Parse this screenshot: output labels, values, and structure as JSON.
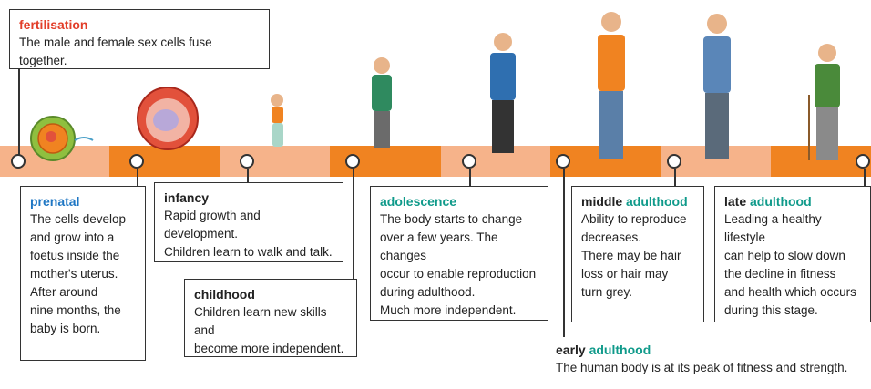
{
  "colors": {
    "band_dark": "#f08321",
    "band_light": "#f6b38a",
    "accent_red": "#e23d28",
    "accent_blue": "#1f77c4",
    "accent_green": "#0f9a8a"
  },
  "stages": {
    "fertilisation": {
      "title": "fertilisation",
      "text": "The male and female sex cells fuse together."
    },
    "prenatal": {
      "title": "prenatal",
      "lines": [
        "The cells develop",
        "and grow into a",
        "foetus inside the",
        "mother's uterus.",
        "After around",
        "nine months, the",
        "baby is born."
      ]
    },
    "infancy": {
      "title": "infancy",
      "lines": [
        "Rapid growth and development.",
        "Children learn to walk and talk."
      ]
    },
    "childhood": {
      "title": "childhood",
      "lines": [
        "Children learn new skills and",
        "become more independent."
      ]
    },
    "adolescence": {
      "title": "adolescence",
      "lines": [
        "The body starts to change",
        "over a few years. The changes",
        "occur to enable reproduction",
        "during adulthood.",
        "Much more independent."
      ]
    },
    "middle": {
      "title_prefix": "middle ",
      "title_suffix": "adulthood",
      "lines": [
        "Ability to reproduce",
        "decreases.",
        "There may be hair",
        "loss or hair may",
        "turn grey."
      ]
    },
    "late": {
      "title_prefix": "late ",
      "title_suffix": "adulthood",
      "lines": [
        "Leading a healthy lifestyle",
        "can help to slow down",
        "the decline in fitness",
        "and health which occurs",
        "during this stage."
      ]
    },
    "early": {
      "title_prefix": "early ",
      "title_suffix": "adulthood",
      "text": "The human body is at its peak of fitness and strength."
    }
  }
}
